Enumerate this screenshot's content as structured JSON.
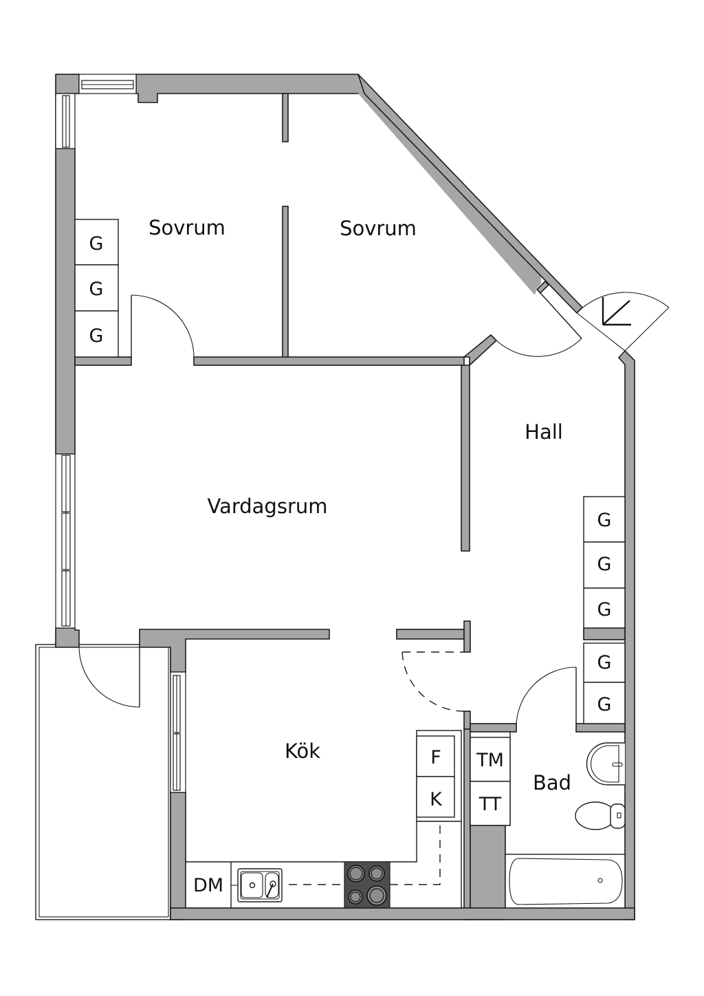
{
  "floorplan": {
    "title": "Floor plan",
    "colors": {
      "wall": "#a6a6a6",
      "outline": "#1a1a1a",
      "background": "#ffffff",
      "stove": "#4d4d4d"
    },
    "rooms": {
      "bedroom_left": "Sovrum",
      "bedroom_right": "Sovrum",
      "hall": "Hall",
      "living_room": "Vardagsrum",
      "kitchen": "Kök",
      "bathroom": "Bad"
    },
    "fixtures": {
      "bedroom_left_wardrobes": [
        "G",
        "G",
        "G"
      ],
      "hall_wardrobes": [
        "G",
        "G",
        "G",
        "G",
        "G"
      ],
      "kitchen_fridge": "F",
      "kitchen_freezer": "K",
      "kitchen_dishwasher": "DM",
      "bath_washer": "TM",
      "bath_dryer": "TT"
    },
    "icons": [
      "entrance-arrow-icon",
      "sink-icon",
      "stove-icon",
      "washbasin-icon",
      "toilet-icon",
      "bathtub-icon"
    ]
  }
}
